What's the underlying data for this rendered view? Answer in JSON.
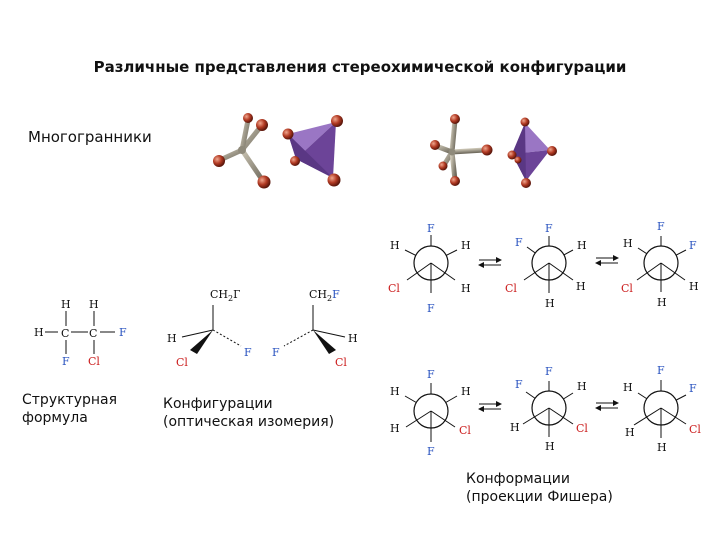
{
  "title": "Различные представления стереохимической конфигурации",
  "polyhedra_label": "Многогранники",
  "structural_label": [
    "Структурная",
    "формула"
  ],
  "configurations_label": [
    "Конфигурации",
    "(оптическая изомерия)"
  ],
  "conformations_label": [
    "Конформации",
    "(проекции Фишера)"
  ],
  "atoms": {
    "H": "H",
    "C": "C",
    "F": "F",
    "Cl": "Cl",
    "CH2": "CH",
    "sub2": "2",
    "Gamma": "Г"
  },
  "colors": {
    "atom_ball": "#b23a23",
    "bond": "#8f8a7b",
    "tetra_face": "#7d52a8",
    "chlorine": "#cc1f1f",
    "fluorine": "#2c55c0",
    "text": "#111111"
  },
  "icons": {
    "equilibrium": "equilibrium-arrows-icon"
  }
}
